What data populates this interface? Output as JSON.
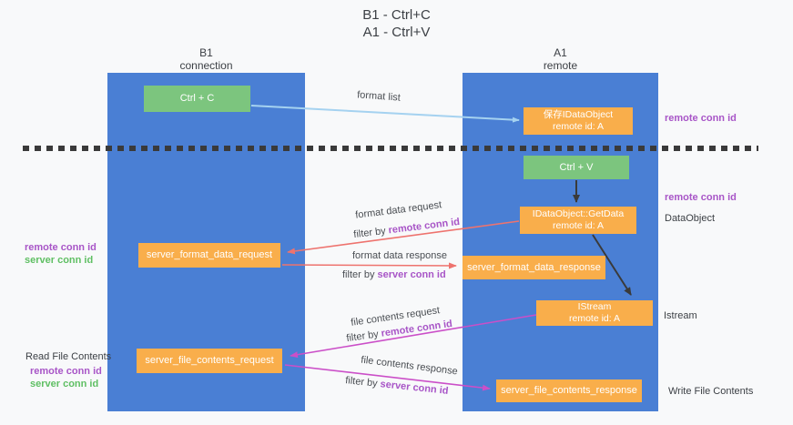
{
  "title": {
    "line1": "B1 - Ctrl+C",
    "line2": "A1 - Ctrl+V"
  },
  "lifelines": {
    "b1": {
      "name": "B1",
      "role": "connection"
    },
    "a1": {
      "name": "A1",
      "role": "remote"
    }
  },
  "nodes": {
    "ctrl_c": {
      "label": "Ctrl + C"
    },
    "ctrl_v": {
      "label": "Ctrl + V"
    },
    "save_dataobject": {
      "line1": "保存IDataObject",
      "line2": "remote id: A"
    },
    "getdata": {
      "line1": "IDataObject::GetData",
      "line2": "remote id: A"
    },
    "istream": {
      "line1": "IStream",
      "line2": "remote id: A"
    },
    "format_request": {
      "label": "server_format_data_request"
    },
    "format_response": {
      "label": "server_format_data_response"
    },
    "file_request": {
      "label": "server_file_contents_request"
    },
    "file_response": {
      "label": "server_file_contents_response"
    }
  },
  "annotations": {
    "format_list": "format list",
    "format_data_request": "format data request",
    "format_data_response": "format data response",
    "file_contents_request": "file contents request",
    "file_contents_response": "file contents response",
    "filter_by": "filter by ",
    "remote_conn_id": "remote conn id",
    "server_conn_id": "server conn id",
    "read_file_contents": "Read File Contents",
    "write_file_contents": "Write File Contents",
    "dataobject": "DataObject",
    "istream_side": "Istream"
  },
  "colors": {
    "background": "#f8f9fa",
    "lifeline_blue": "#4a7fd4",
    "node_orange": "#f9ae4b",
    "node_green": "#7cc57e",
    "purple_text": "#a855c7",
    "green_text": "#5fbf63",
    "arrow_light_blue": "#a5d2f0",
    "arrow_salmon": "#ee736e",
    "arrow_magenta": "#cb4fc8",
    "arrow_black": "#3a3a3a"
  }
}
